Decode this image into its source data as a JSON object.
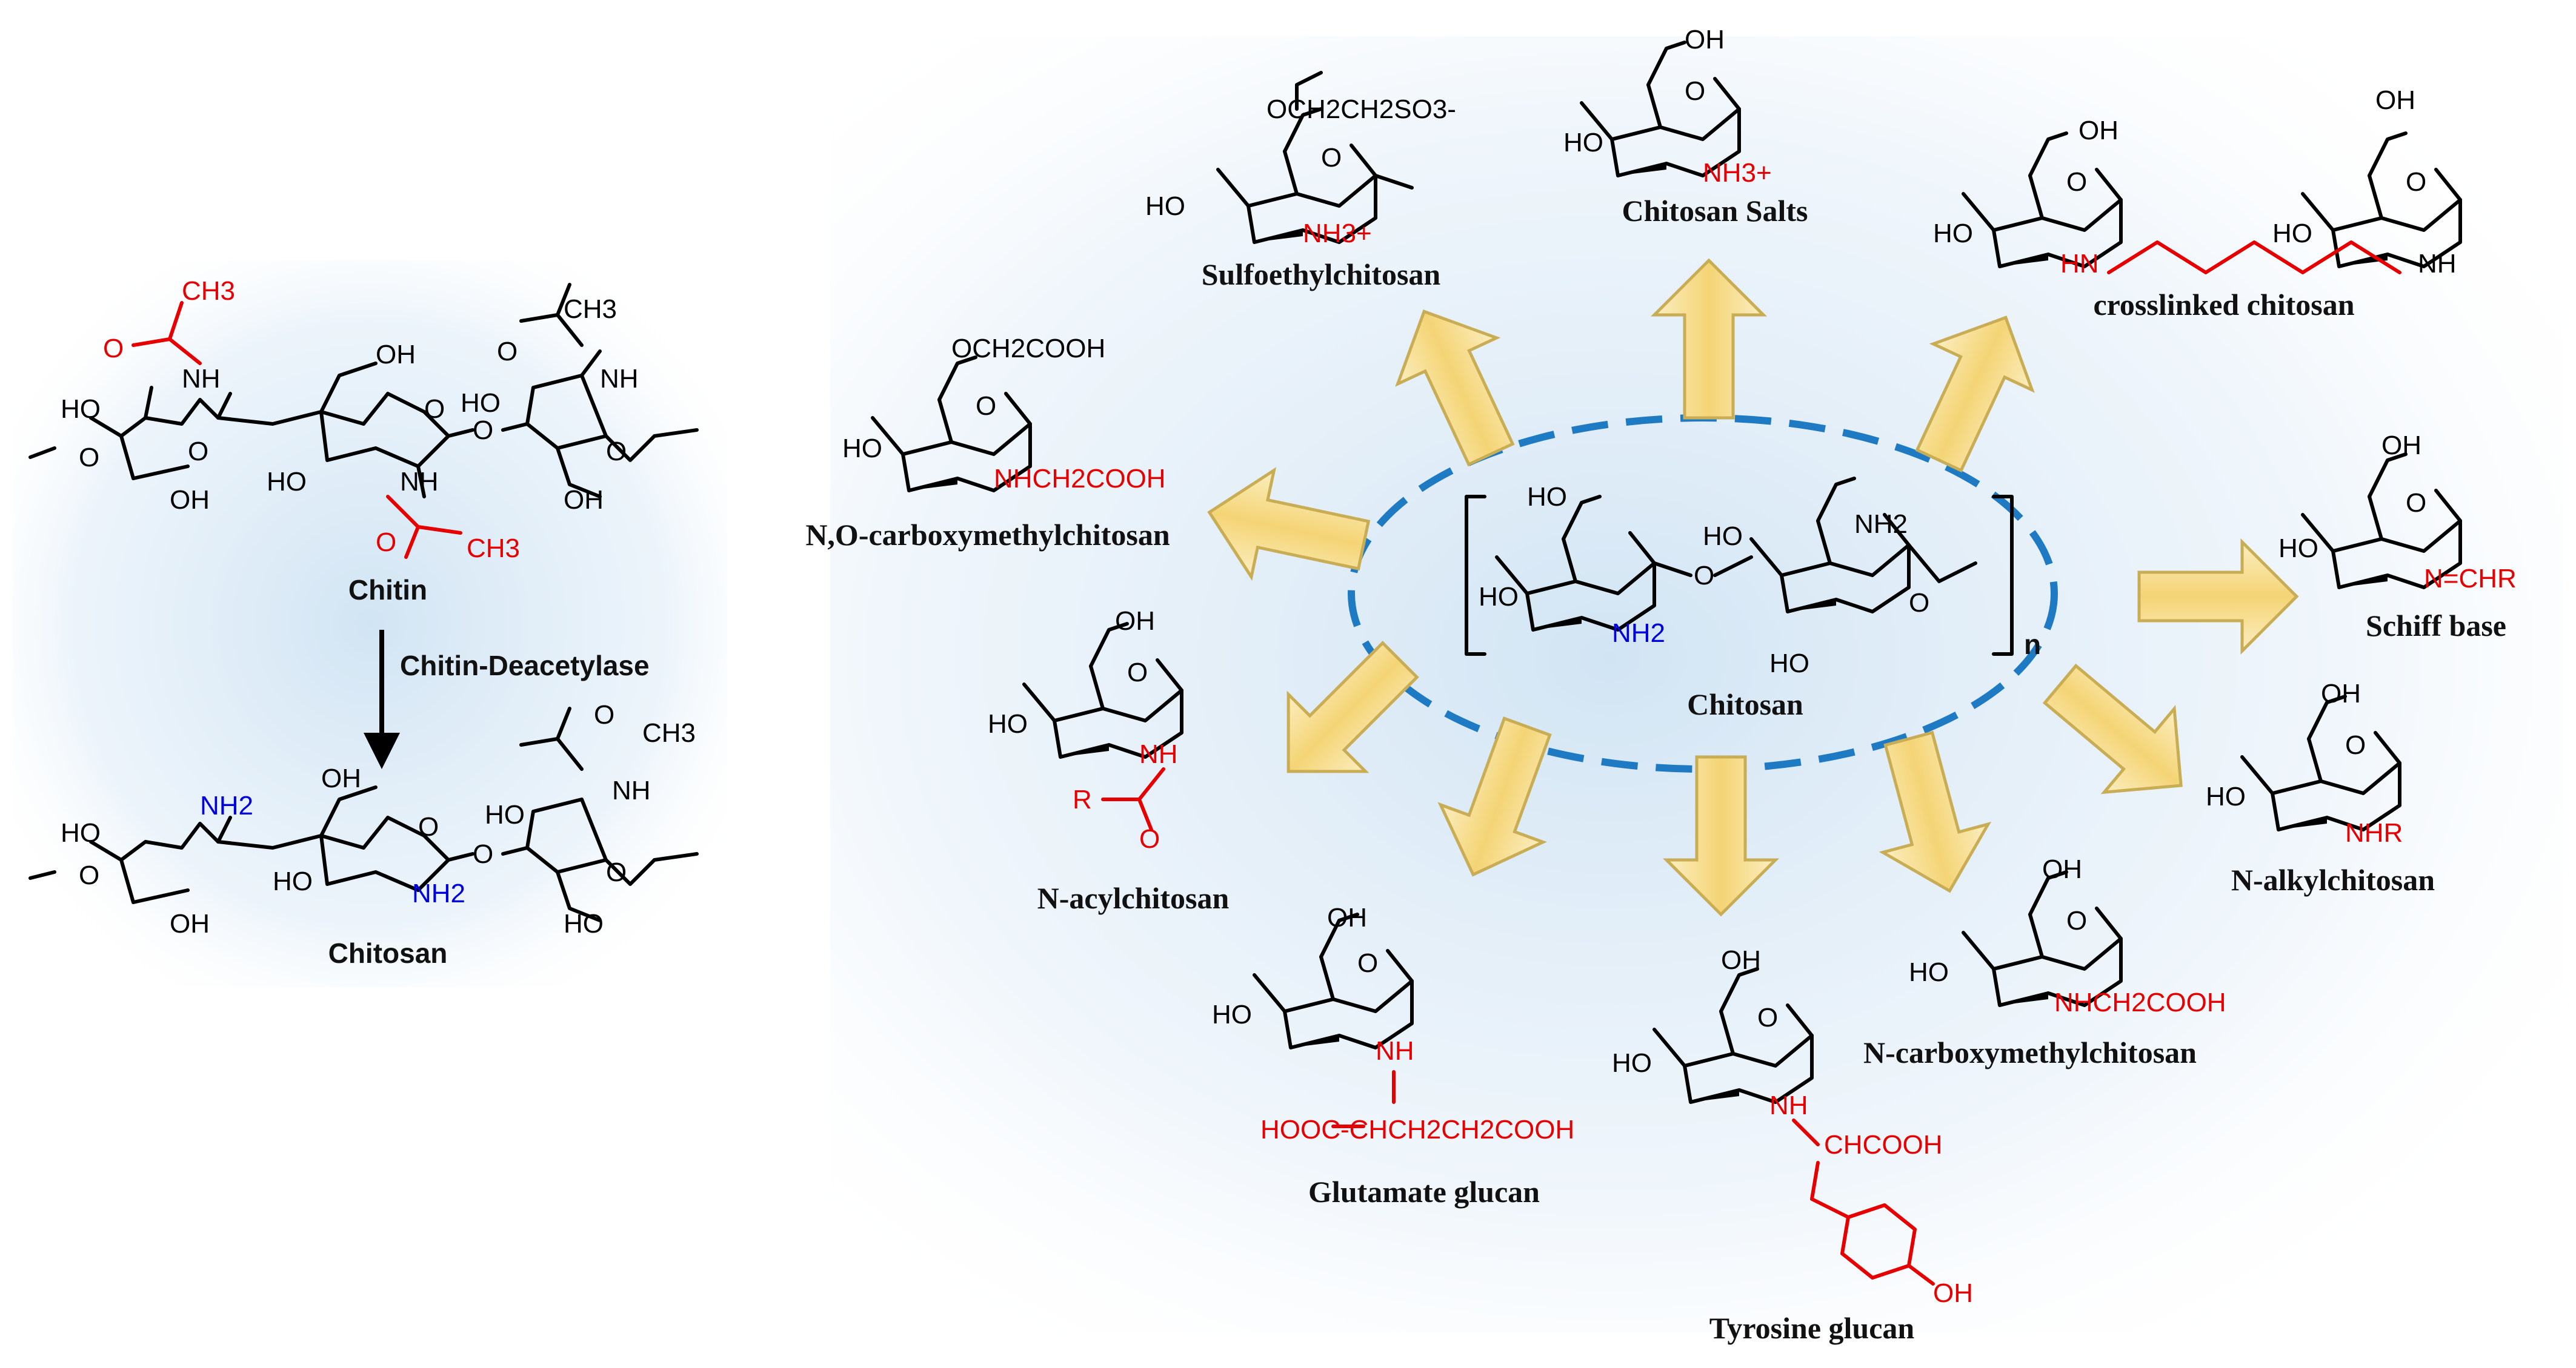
{
  "colors": {
    "background_glow": "#cfe3f3",
    "substituent_red": "#e60000",
    "amine_blue": "#0000dd",
    "arrow_fill": "#f6dc86",
    "arrow_stroke": "#c8ad55",
    "ellipse_dash": "#1f7ac4"
  },
  "left_panel": {
    "top_label": "Chitin",
    "enzyme_label": "Chitin-Deacetylase",
    "bottom_label": "Chitosan",
    "chitin_atoms": {
      "ch3_top": "CH3",
      "o_top": "O",
      "nh_top": "NH",
      "ho_a": "HO",
      "o_a": "O",
      "oh_a": "OH",
      "oh_b": "OH",
      "ho_b": "HO",
      "o_b": "O",
      "nh_bottom": "NH",
      "o_bottom": "O",
      "ch3_bottom": "CH3",
      "o_link": "O",
      "ho_c": "HO",
      "o_c": "O",
      "oh_c": "OH",
      "ch3_right": "CH3",
      "o_right": "O",
      "nh_right": "NH"
    },
    "chitosan_atoms": {
      "nh2_a": "NH2",
      "ho_a": "HO",
      "o_a": "O",
      "oh_a": "OH",
      "oh_b": "OH",
      "ho_b": "HO",
      "o_b": "O",
      "nh2_b": "NH2",
      "o_link": "O",
      "ho_c": "HO",
      "o_c": "O",
      "ch3_right": "CH3",
      "o_right": "O",
      "nh_right": "NH"
    }
  },
  "center": {
    "label": "Chitosan",
    "repeat_subscript": "n",
    "atoms": {
      "ho_a": "HO",
      "ho_b": "HO",
      "nh2_blue": "NH2",
      "o_link": "O",
      "ho_c": "HO",
      "nh2_c": "NH2",
      "ho_d": "HO",
      "o_ring": "O"
    }
  },
  "derivatives": [
    {
      "id": "sulfoethyl",
      "name": "Sulfoethylchitosan",
      "top_group": "OCH2CH2SO3-",
      "ring_ho": "HO",
      "ring_o": "O",
      "red_group": "NH3+"
    },
    {
      "id": "salts",
      "name": "Chitosan Salts",
      "top_group": "OH",
      "ring_ho": "HO",
      "ring_o": "O",
      "red_group": "NH3+"
    },
    {
      "id": "crosslinked",
      "name": "crosslinked chitosan",
      "top_group": "OH",
      "ring_ho": "HO",
      "ring_o": "O",
      "red_group": "HN",
      "red_group_2": "NH",
      "top_group_2": "OH",
      "ring_ho_2": "HO",
      "ring_o_2": "O"
    },
    {
      "id": "nocarboxy",
      "name": "N,O-carboxymethylchitosan",
      "top_group": "OCH2COOH",
      "ring_ho": "HO",
      "ring_o": "O",
      "red_group": "NHCH2COOH"
    },
    {
      "id": "schiff",
      "name": "Schiff base",
      "top_group": "OH",
      "ring_ho": "HO",
      "ring_o": "O",
      "red_group": "N=CHR"
    },
    {
      "id": "acyl",
      "name": "N-acylchitosan",
      "top_group": "OH",
      "ring_ho": "HO",
      "ring_o": "O",
      "red_group": "NH",
      "red_r": "R",
      "red_o": "O"
    },
    {
      "id": "alkyl",
      "name": "N-alkylchitosan",
      "top_group": "OH",
      "ring_ho": "HO",
      "ring_o": "O",
      "red_group": "NHR"
    },
    {
      "id": "glutamate",
      "name": "Glutamate glucan",
      "top_group": "OH",
      "ring_ho": "HO",
      "ring_o": "O",
      "red_group": "NH",
      "red_chain": "HOOC-CHCH2CH2COOH"
    },
    {
      "id": "tyrosine",
      "name": "Tyrosine glucan",
      "top_group": "OH",
      "ring_ho": "HO",
      "ring_o": "O",
      "red_group": "NH",
      "red_chain": "CHCOOH",
      "red_oh": "OH"
    },
    {
      "id": "ncarboxy",
      "name": "N-carboxymethylchitosan",
      "top_group": "OH",
      "ring_ho": "HO",
      "ring_o": "O",
      "red_group": "NHCH2COOH"
    }
  ]
}
